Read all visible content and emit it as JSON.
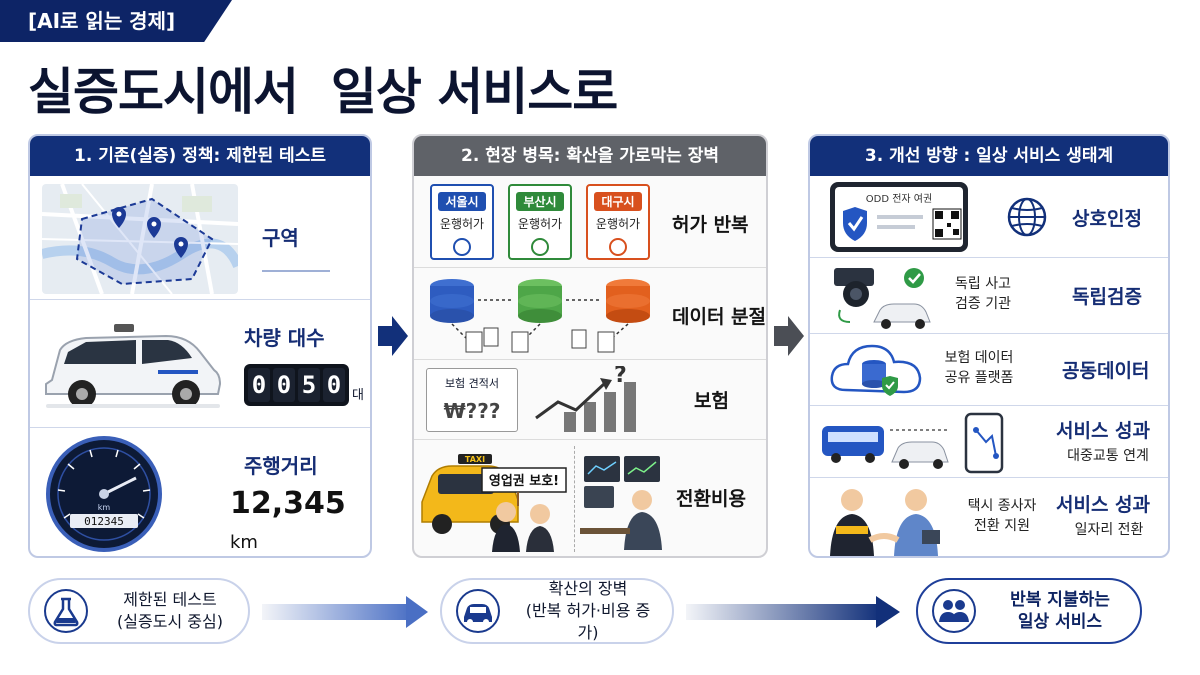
{
  "tag": "[AI로 읽는 경제]",
  "title": "실증도시에서  일상 서비스로",
  "panels": [
    {
      "header": "1. 기존(실증) 정책: 제한된 테스트",
      "rows": [
        {
          "label": "구역"
        },
        {
          "label": "차량 대수",
          "odometer": [
            "0",
            "0",
            "5",
            "0"
          ],
          "unit": "대"
        },
        {
          "label": "주행거리",
          "value": "12,345",
          "unit": "km",
          "gauge_digits": "012345",
          "gauge_unit": "km"
        }
      ]
    },
    {
      "header": "2. 현장 병목: 확산을 가로막는 장벽",
      "rows": [
        {
          "label": "허가 반복",
          "permits": [
            {
              "city": "서울시",
              "perm": "운행허가",
              "color": "#1f4fb0"
            },
            {
              "city": "부산시",
              "perm": "운행허가",
              "color": "#2f8a3a"
            },
            {
              "city": "대구시",
              "perm": "운행허가",
              "color": "#d8501e"
            }
          ]
        },
        {
          "label": "데이터 분절"
        },
        {
          "label": "보험",
          "quote_title": "보험 견적서",
          "quote_value": "₩???",
          "question": "?"
        },
        {
          "label": "전환비용",
          "taxi_sign": "TAXI",
          "protest_sign": "영업권 보호!"
        }
      ]
    },
    {
      "header": "3. 개선 방향 : 일상 서비스 생태계",
      "rows": [
        {
          "label": "상호인정",
          "card_title": "ODD 전자 여권"
        },
        {
          "label": "독립검증",
          "desc": "독립 사고\n검증 기관"
        },
        {
          "label": "공동데이터",
          "desc": "보험 데이터\n공유 플랫폼"
        },
        {
          "label": "서비스 성과",
          "sublabel": "대중교통 연계"
        },
        {
          "label": "서비스 성과",
          "sublabel": "일자리 전환",
          "desc": "택시 종사자\n전환 지원"
        }
      ]
    }
  ],
  "flow": [
    {
      "text": "제한된 테스트\n(실증도시 중심)",
      "icon": "flask-icon"
    },
    {
      "text": "확산의 장벽\n(반복 허가·비용 증가)",
      "icon": "car-icon"
    },
    {
      "text": "반복 지불하는\n일상 서비스",
      "icon": "people-icon"
    }
  ],
  "colors": {
    "navy": "#12307a",
    "grey_header": "#5f6268",
    "accent_blue": "#152d74"
  }
}
